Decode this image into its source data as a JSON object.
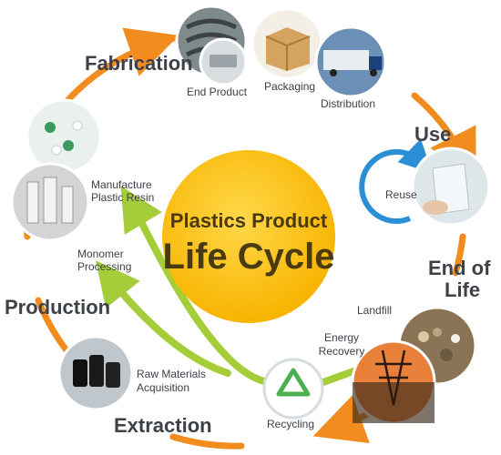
{
  "center": {
    "line1": "Plastics Product",
    "line2": "Life Cycle"
  },
  "stages": {
    "fabrication": "Fabrication",
    "use": "Use",
    "end_of_life_1": "End of",
    "end_of_life_2": "Life",
    "production": "Production",
    "extraction": "Extraction"
  },
  "labels": {
    "end_product": "End Product",
    "packaging": "Packaging",
    "distribution": "Distribution",
    "reuse": "Reuse",
    "landfill": "Landfill",
    "energy_recovery_1": "Energy",
    "energy_recovery_2": "Recovery",
    "recycling": "Recycling",
    "raw_materials_1": "Raw Materials",
    "raw_materials_2": "Acquisition",
    "monomer_1": "Monomer",
    "monomer_2": "Processing",
    "manufacture_1": "Manufacture",
    "manufacture_2": "Plastic Resin"
  },
  "colors": {
    "orange": "#f28c1e",
    "green": "#a5cd39",
    "blue": "#2b8fd6",
    "sun": "#ffc20e",
    "text": "#3d4148"
  },
  "icons": {
    "tires": "tire-stack-photo",
    "packaging": "cardboard-box-photo",
    "distribution": "truck-photo",
    "reuse": "hands-bag-photo",
    "landfill": "landfill-waste-photo",
    "energy": "power-lines-sunset-photo",
    "recycling": "recycle-symbol",
    "barrels": "oil-barrels-photo",
    "resin": "resin-pellets-photo",
    "factory": "factory-tanks-photo"
  }
}
